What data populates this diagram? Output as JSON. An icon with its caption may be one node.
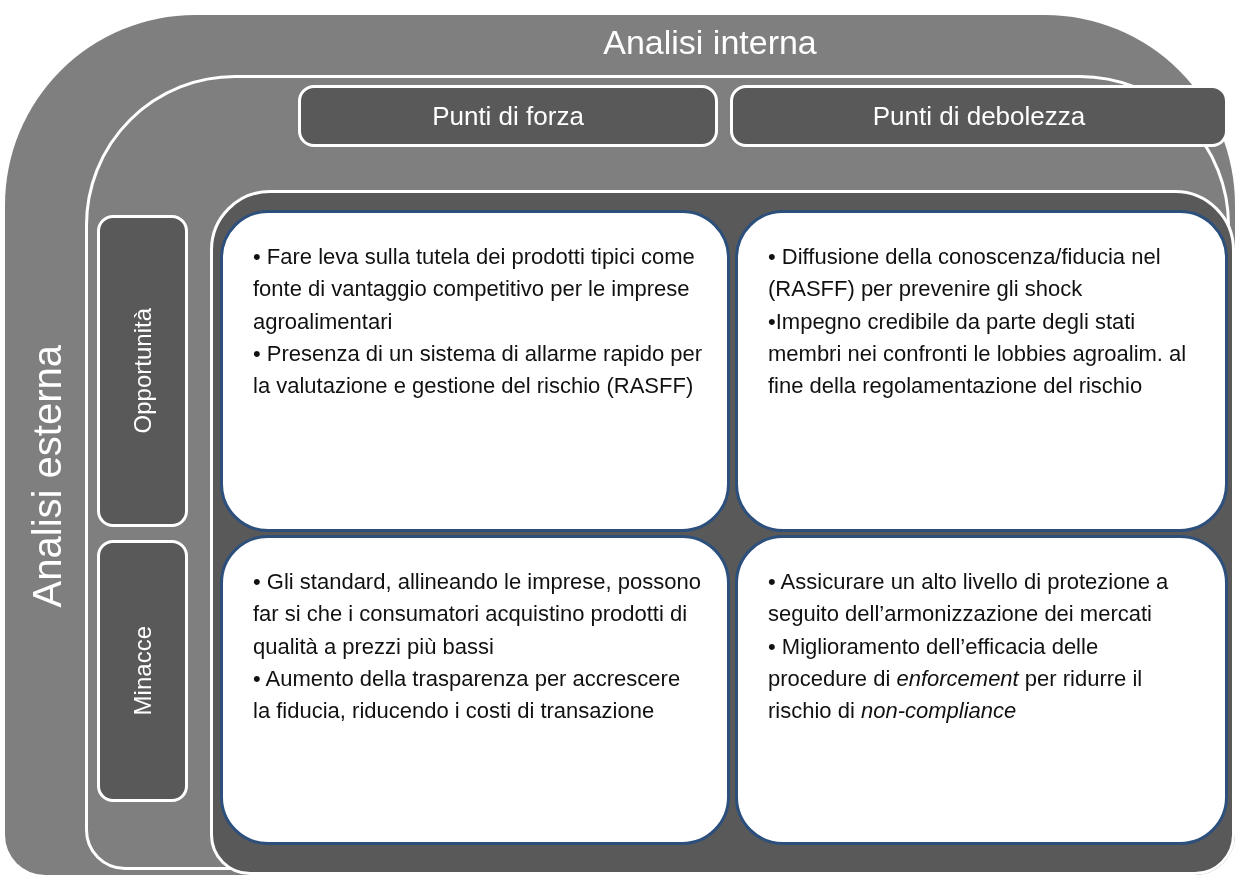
{
  "diagram": {
    "nodes": [
      {
        "text": [
          "Analisi interna",
          "Analisi esterna"
        ]
      },
      {
        "text": [
          "Punti di forza"
        ],
        "in": 0
      },
      {
        "text": [
          "Punti di debolezza"
        ],
        "in": 0
      },
      {
        "text": [
          "Opportunità"
        ],
        "in": 0
      },
      {
        "text": [
          "Minacce"
        ],
        "in": 0
      },
      {
        "text": [
          "• Fare leva sulla tutela dei prodotti tipici come fonte di vantaggio competitivo per le imprese agroalimentari",
          "• Presenza di un sistema di allarme rapido per la valutazione e gestione del rischio (RASFF)"
        ],
        "in": 0
      },
      {
        "text": [
          "• Diffusione della conoscenza/fiducia nel (RASFF) per prevenire gli shock",
          "•Impegno credibile da parte degli stati membri nei confronti le lobbies agroalim. al fine della regolamentazione del rischio"
        ],
        "in": 0
      },
      {
        "text": [
          "• Gli standard, allineando le imprese, possono far si che i consumatori acquistino prodotti di qualità a prezzi più bassi",
          "• Aumento della trasparenza per accrescere la fiducia, riducendo i costi di transazione"
        ],
        "in": 0
      },
      {
        "text": [
          "• Assicurare un alto livello di protezione a seguito dell’armonizzazione dei mercati",
          "• Miglioramento dell’efficacia delle procedure di *enforcement* per ridurre il rischio di *non-compliance*"
        ],
        "in": 0
      }
    ]
  }
}
